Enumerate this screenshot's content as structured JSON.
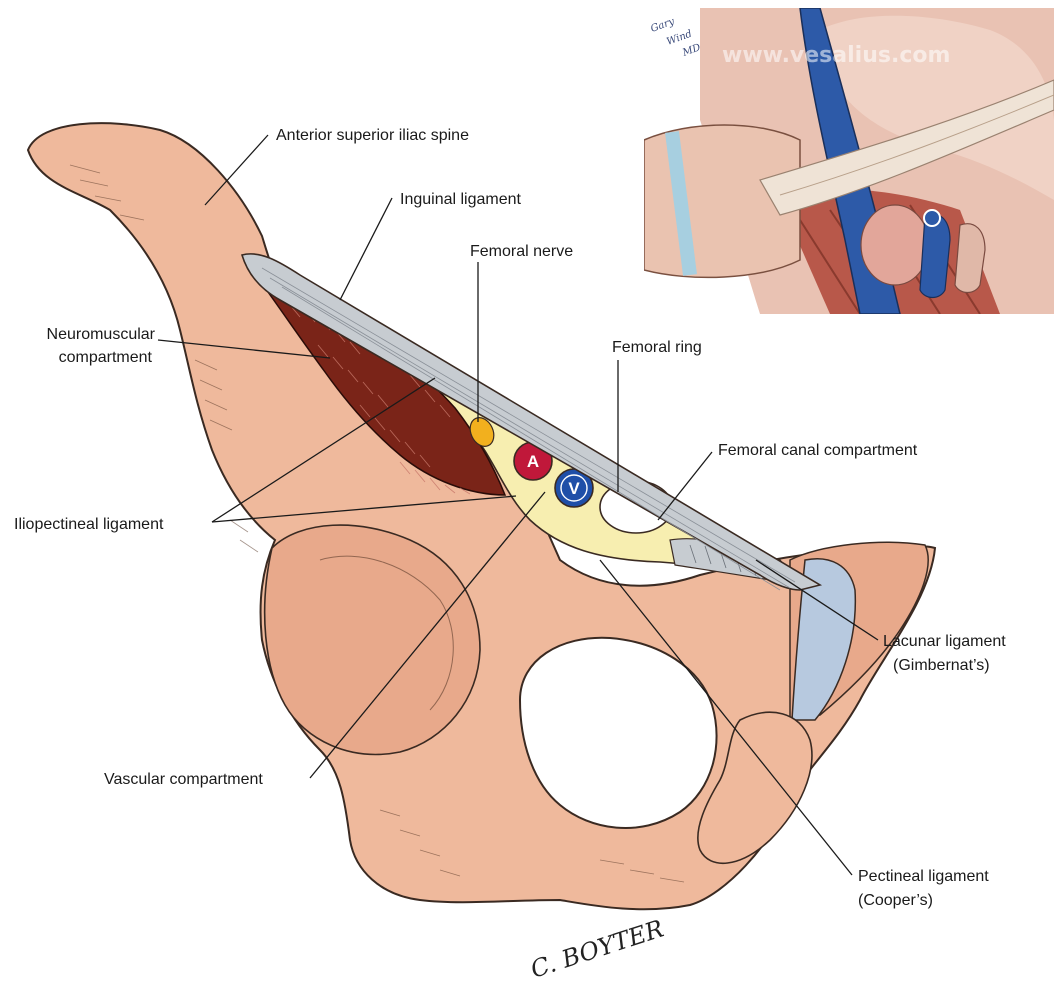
{
  "labels": {
    "asis": "Anterior superior iliac spine",
    "inguinal": "Inguinal ligament",
    "femoral_nerve": "Femoral nerve",
    "neuro_1": "Neuromuscular",
    "neuro_2": "compartment",
    "femoral_ring": "Femoral ring",
    "femoral_canal": "Femoral canal compartment",
    "iliopectineal": "Iliopectineal ligament",
    "lacunar_1": "Lacunar ligament",
    "lacunar_2": "(Gimbernat’s)",
    "vascular": "Vascular compartment",
    "pectineal_1": "Pectineal ligament",
    "pectineal_2": "(Cooper’s)"
  },
  "markers": {
    "artery": "A",
    "vein": "V"
  },
  "signature": "C. BOYTER",
  "inset": {
    "watermark": "www.vesalius.com",
    "signature_line1": "Gary",
    "signature_line2": "Wind",
    "signature_line3": "MD"
  },
  "colors": {
    "bone": "#efb99c",
    "bone_shadow": "#d9957a",
    "muscle": "#7a2418",
    "ligament": "#c7ccd1",
    "space": "#f7eeb0",
    "artery": "#c0183a",
    "vein": "#1f4fa8",
    "nerve": "#f2b01e",
    "lacunar": "#b7c9df"
  }
}
